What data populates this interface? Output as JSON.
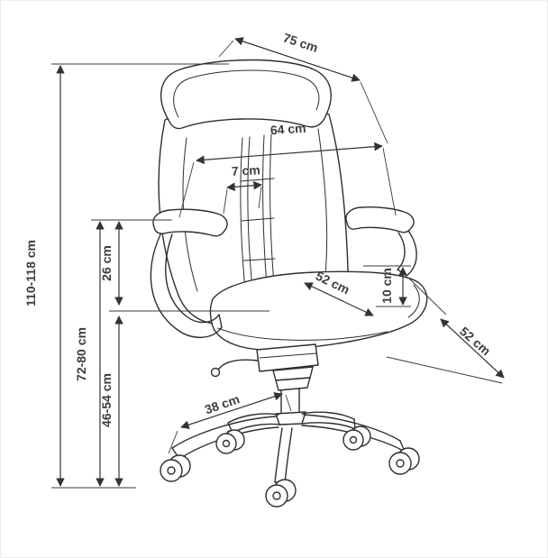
{
  "diagram": {
    "subject": "office swivel chair dimensional drawing",
    "ink_color": "#2e2e2e",
    "label_color": "#3d3d3d",
    "labels": {
      "top_depth": "75 cm",
      "backrest_width": "64 cm",
      "armrest_offset": "7 cm",
      "overall_height": "110-118 cm",
      "armrest_to_seat": "26 cm",
      "armrest_height": "72-80 cm",
      "seat_height": "46-54 cm",
      "seat_width": "52 cm",
      "cushion_thickness": "10 cm",
      "seat_depth": "52 cm",
      "base_leg_length": "38 cm"
    }
  }
}
